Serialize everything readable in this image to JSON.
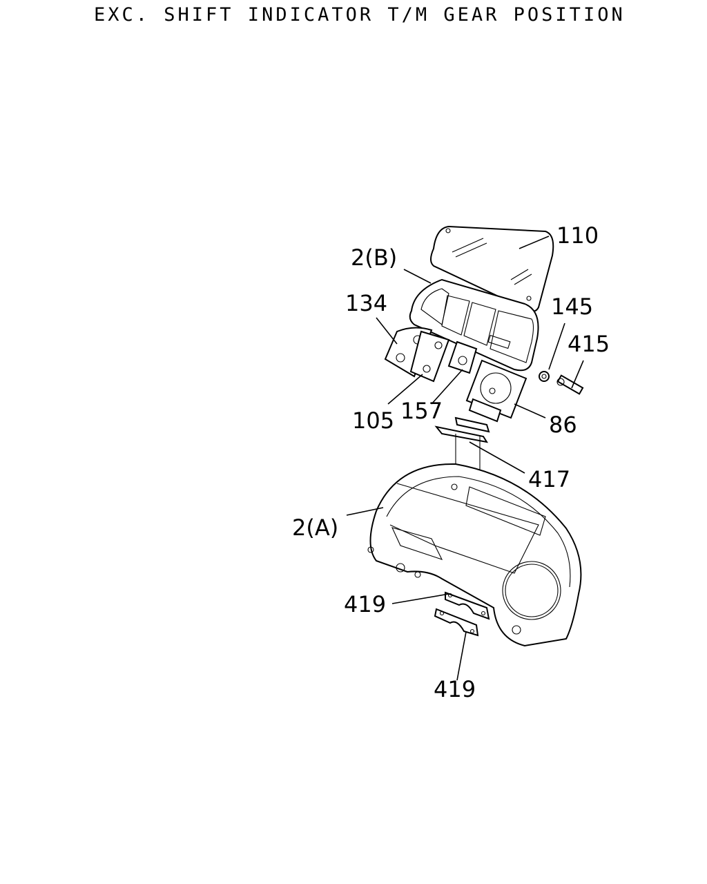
{
  "header": {
    "title": "EXC. SHIFT INDICATOR T/M GEAR POSITION"
  },
  "callouts": {
    "c110": "110",
    "c2b": "2(B)",
    "c134": "134",
    "c145": "145",
    "c415": "415",
    "c105": "105",
    "c157": "157",
    "c86": "86",
    "c417": "417",
    "c2a": "2(A)",
    "c419a": "419",
    "c419b": "419"
  }
}
